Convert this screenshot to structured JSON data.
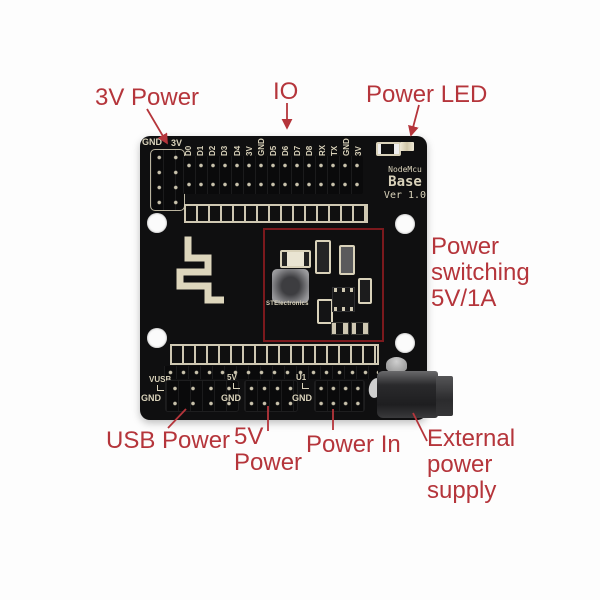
{
  "colors": {
    "annotation_red": "#b5353b",
    "switch_outline_red": "#7b191d",
    "board_black": "#0f0f10",
    "silkscreen_cream": "#d9d2ba",
    "background": "#fdfdfd"
  },
  "annotations": {
    "power_3v": "3V Power",
    "io": "IO",
    "power_led": "Power LED",
    "power_switching": "Power\nswitching\n5V/1A",
    "usb_power": "USB Power",
    "power_5v": "5V\nPower",
    "power_in": "Power In",
    "external_supply": "External\npower\nsupply"
  },
  "board": {
    "top_left_labels": [
      "GND",
      "3V"
    ],
    "io_pin_labels": [
      "D0",
      "D1",
      "D2",
      "D3",
      "D4",
      "3V",
      "GND",
      "D5",
      "D6",
      "D7",
      "D8",
      "RX",
      "TX",
      "GND",
      "3V"
    ],
    "brand": {
      "line1": "NodeMcu",
      "line2": "Base",
      "line3": "Ver 1.0"
    },
    "maker": "STElectronics",
    "power_headers": [
      {
        "name": "VUSB",
        "gnd": "GND"
      },
      {
        "name": "5V",
        "gnd": "GND"
      },
      {
        "name": "U1",
        "gnd": "GND"
      }
    ]
  }
}
